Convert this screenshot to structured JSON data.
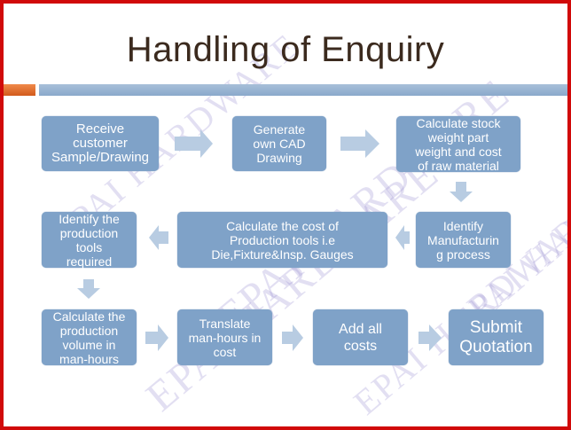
{
  "title": "Handling of Enquiry",
  "watermark": "EPAI HARDWARE",
  "steps": [
    "Receive\ncustomer\nSample/Drawing",
    "Generate\nown CAD\nDrawing",
    "Calculate stock\nweight part\nweight and cost\nof raw material",
    "Identify\nManufacturin\ng process",
    "Calculate the cost of\nProduction tools i.e\nDie,Fixture&Insp. Gauges",
    "Identify the\nproduction\ntools\nrequired",
    "Calculate the\nproduction\nvolume in\nman-hours",
    "Translate\nman-hours in\ncost",
    "Add all\ncosts",
    "Submit\nQuotation"
  ],
  "colors": {
    "box": "#7fa2c8",
    "arrow": "#b8cce2",
    "border": "#d10a0a",
    "accent": "#e0702e"
  }
}
